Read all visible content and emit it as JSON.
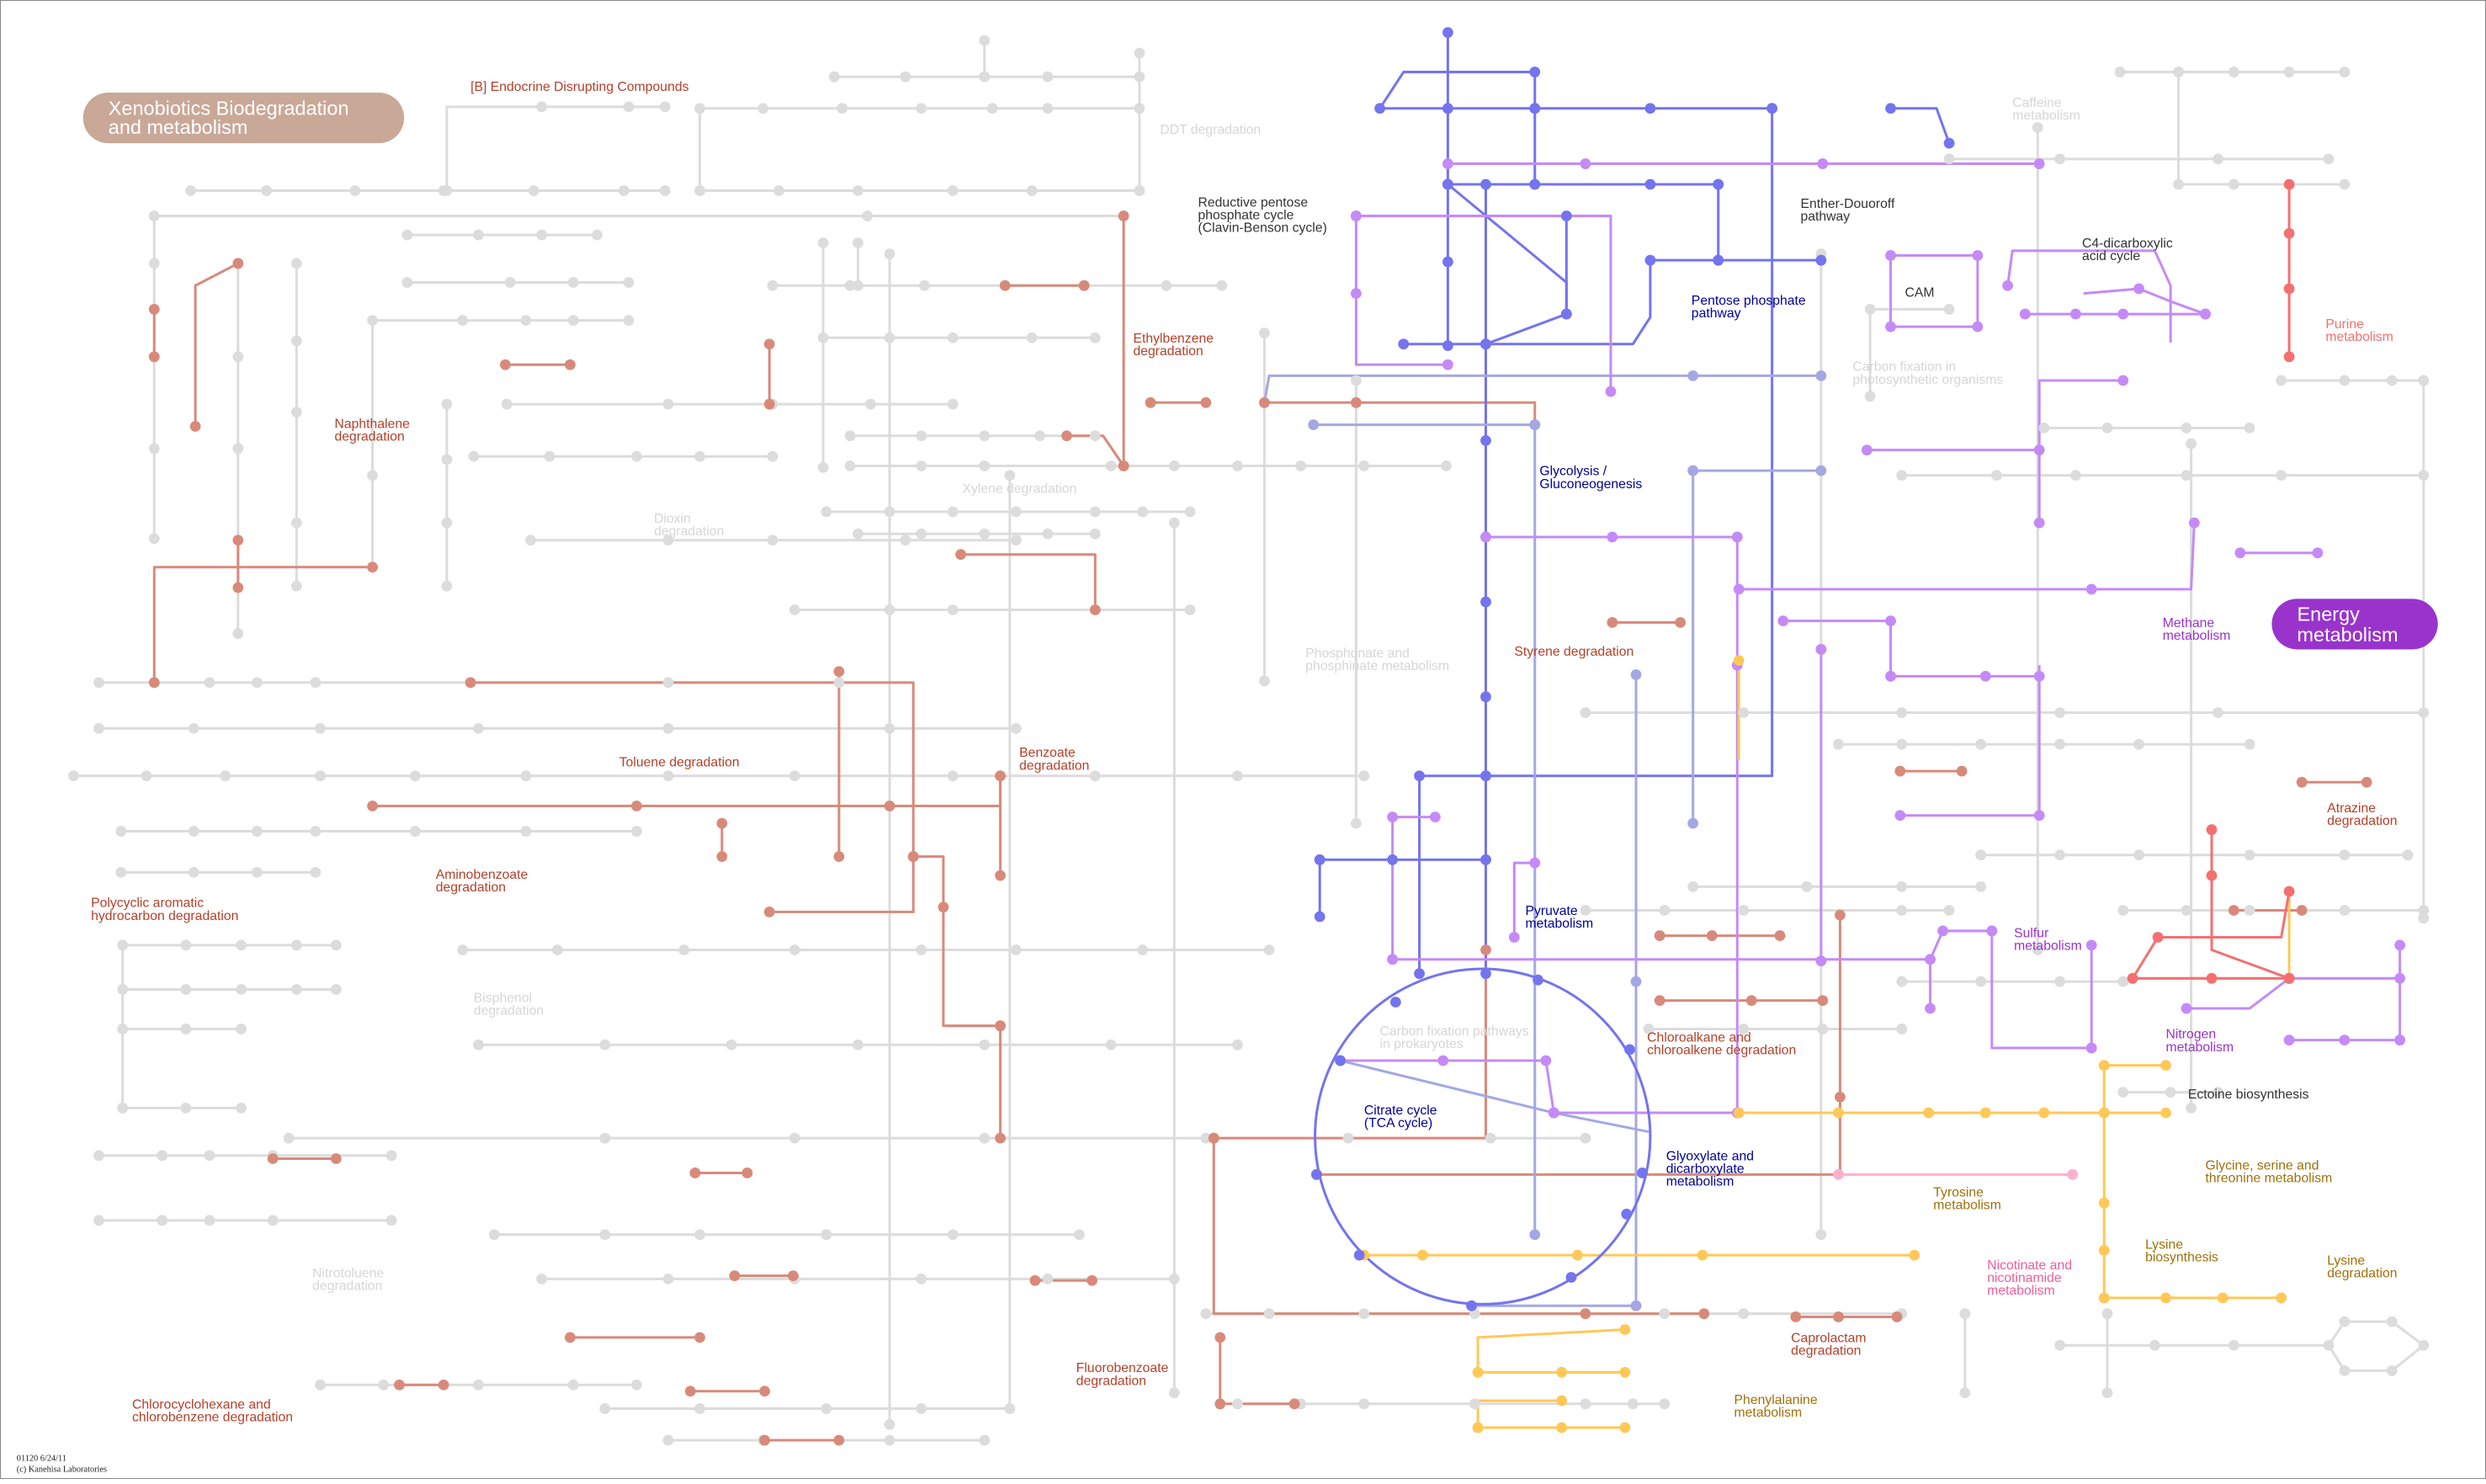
{
  "map": {
    "colors": {
      "grey": "#dcdcdc",
      "xeno": "#d88a7a",
      "xeno_label": "#b5402a",
      "xeno_badge": "#c9a898",
      "energy_blue": "#7474ee",
      "energy_lightblue": "#a3a8e4",
      "energy_purple": "#c58af7",
      "energy_badge": "#9933cc",
      "energy_label_purple": "#9933cc",
      "amino_yellow": "#ffc857",
      "amino_label": "#a0700a",
      "nucleotide_red": "#f47070",
      "cofactor_pink": "#ffb0cc",
      "cofactor_label": "#ef5d9a",
      "faded": "#d6d6d6",
      "dark_blue_label": "#000099"
    },
    "badges": {
      "xenobiotics": [
        "Xenobiotics Biodegradation",
        "and metabolism"
      ],
      "energy": [
        "Energy",
        "metabolism"
      ]
    },
    "labels": {
      "endocrine": "[B] Endocrine Disrupting Compounds",
      "ddt": "DDT degradation",
      "naphthalene": [
        "Naphthalene",
        "degradation"
      ],
      "dioxin": [
        "Dioxin",
        "degradation"
      ],
      "xylene": "Xylene degradation",
      "ethylbenzene": [
        "Ethylbenzene",
        "degradation"
      ],
      "reductive_pentose": [
        "Reductive pentose",
        "phosphate cycle",
        "(Clavin-Benson cycle)"
      ],
      "entner": [
        "Enther-Douoroff",
        "pathway"
      ],
      "caffeine": [
        "Caffeine",
        "metabolism"
      ],
      "c4": [
        "C4-dicarboxylic",
        "acid cycle"
      ],
      "cam": "CAM",
      "pentose_phosphate": [
        "Pentose phosphate",
        "pathway"
      ],
      "purine": [
        "Purine",
        "metabolism"
      ],
      "carbon_fixation_photo": [
        "Carbon fixation in",
        "photosynthetic organisms"
      ],
      "glycolysis": [
        "Glycolysis /",
        "Gluconeogenesis"
      ],
      "phosphonate": [
        "Phosphonate and",
        "phosphinate metabolism"
      ],
      "styrene": "Styrene degradation",
      "methane": [
        "Methane",
        "metabolism"
      ],
      "toluene": "Toluene degradation",
      "benzoate": [
        "Benzoate",
        "degradation"
      ],
      "aminobenzoate": [
        "Aminobenzoate",
        "degradation"
      ],
      "polycyclic": [
        "Polycyclic aromatic",
        "hydrocarbon degradation"
      ],
      "bisphenol": [
        "Bisphenol",
        "degradation"
      ],
      "nitrotoluene": [
        "Nitrotoluene",
        "degradation"
      ],
      "chlorocyclohexane": [
        "Chlorocyclohexane and",
        "chlorobenzene degradation"
      ],
      "fluorobenzoate": [
        "Fluorobenzoate",
        "degradation"
      ],
      "pyruvate": [
        "Pyruvate",
        "metabolism"
      ],
      "carbon_fixation_prok": [
        "Carbon fixation pathways",
        "in prokaryotes"
      ],
      "citrate": [
        "Citrate cycle",
        "(TCA cycle)"
      ],
      "chloroalkane": [
        "Chloroalkane and",
        "chloroalkene degradation"
      ],
      "glyoxylate": [
        "Glyoxylate and",
        "dicarboxylate",
        "metabolism"
      ],
      "sulfur": [
        "Sulfur",
        "metabolism"
      ],
      "nitrogen": [
        "Nitrogen",
        "metabolism"
      ],
      "atrazine": [
        "Atrazine",
        "degradation"
      ],
      "ectoine": "Ectoine biosynthesis",
      "glycine": [
        "Glycine, serine and",
        "threonine metabolism"
      ],
      "tyrosine": [
        "Tyrosine",
        "metabolism"
      ],
      "nicotinate": [
        "Nicotinate and",
        "nicotinamide",
        "metabolism"
      ],
      "lysine_bio": [
        "Lysine",
        "biosynthesis"
      ],
      "lysine_deg": [
        "Lysine",
        "degradation"
      ],
      "caprolactam": [
        "Caprolactam",
        "degradation"
      ],
      "phenylalanine": [
        "Phenylalanine",
        "metabolism"
      ]
    },
    "footer": [
      "01120 6/24/11",
      "(c) Kanehisa Laboratories"
    ]
  }
}
